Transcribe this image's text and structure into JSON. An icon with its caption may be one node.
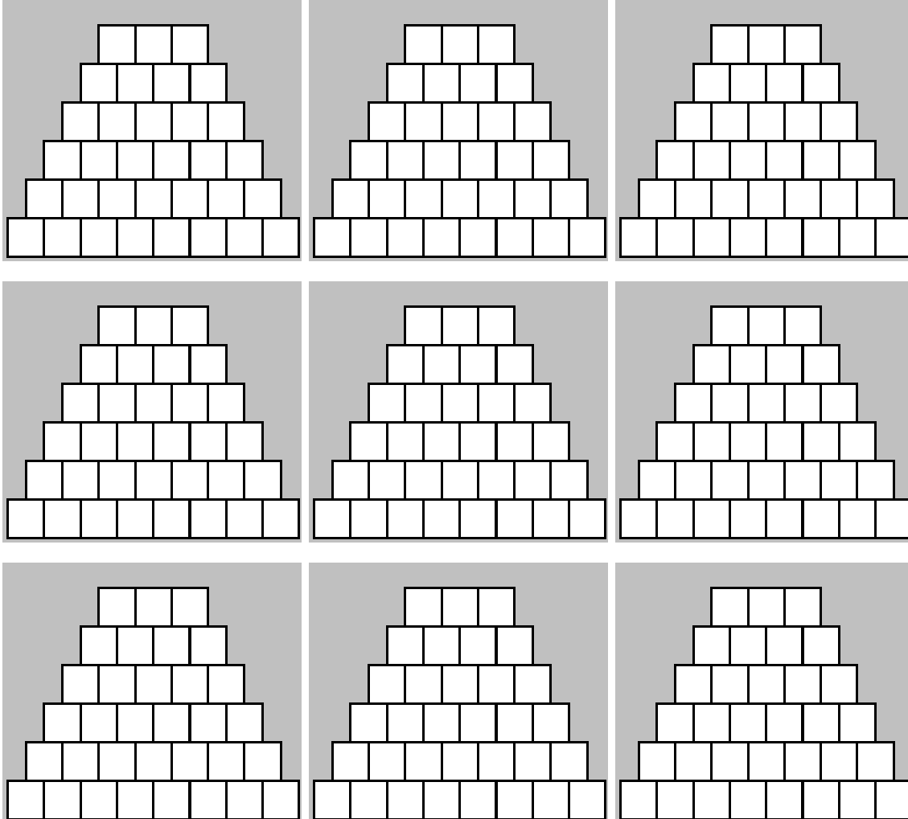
{
  "diagram": {
    "nodes": [
      {
        "text": [],
        "shape": "box"
      },
      {
        "text": [],
        "shape": "box",
        "in": 0
      },
      {
        "text": [],
        "shape": "box",
        "in": 0
      },
      {
        "text": [],
        "shape": "box",
        "in": 0
      },
      {
        "text": [],
        "shape": "box",
        "in": 0
      },
      {
        "text": [],
        "shape": "box",
        "in": 0
      },
      {
        "text": [],
        "shape": "box",
        "in": 0
      },
      {
        "text": [],
        "shape": "box",
        "in": 0
      },
      {
        "text": [],
        "shape": "box",
        "in": 0
      },
      {
        "text": [],
        "shape": "box",
        "in": 0
      },
      {
        "text": [],
        "shape": "box",
        "in": 0
      },
      {
        "text": [],
        "shape": "box",
        "in": 0
      },
      {
        "text": [],
        "shape": "box",
        "in": 0
      },
      {
        "text": [],
        "shape": "box",
        "in": 0
      },
      {
        "text": [],
        "shape": "box",
        "in": 0
      },
      {
        "text": [],
        "shape": "box",
        "in": 0
      },
      {
        "text": [],
        "shape": "box",
        "in": 0
      },
      {
        "text": [],
        "shape": "box",
        "in": 0
      },
      {
        "text": [],
        "shape": "box",
        "in": 0
      },
      {
        "text": [],
        "shape": "box",
        "in": 0
      },
      {
        "text": [],
        "shape": "box",
        "in": 0
      },
      {
        "text": [],
        "shape": "box",
        "in": 0
      },
      {
        "text": [],
        "shape": "box",
        "in": 0
      },
      {
        "text": [],
        "shape": "box",
        "in": 0
      },
      {
        "text": [],
        "shape": "box",
        "in": 0
      },
      {
        "text": [],
        "shape": "box",
        "in": 0
      },
      {
        "text": [],
        "shape": "box",
        "in": 0
      },
      {
        "text": [],
        "shape": "box",
        "in": 0
      },
      {
        "text": [],
        "shape": "box",
        "in": 0
      },
      {
        "text": [],
        "shape": "box",
        "in": 0
      },
      {
        "text": [],
        "shape": "box",
        "in": 0
      },
      {
        "text": [],
        "shape": "box",
        "in": 0
      },
      {
        "text": [],
        "shape": "box",
        "in": 0
      },
      {
        "text": [],
        "shape": "box",
        "in": 0
      },
      {
        "text": [],
        "shape": "box"
      },
      {
        "text": [],
        "shape": "box",
        "in": 34
      },
      {
        "text": [],
        "shape": "box",
        "in": 34
      },
      {
        "text": [],
        "shape": "box",
        "in": 34
      },
      {
        "text": [],
        "shape": "box",
        "in": 34
      },
      {
        "text": [],
        "shape": "box",
        "in": 34
      },
      {
        "text": [],
        "shape": "box",
        "in": 34
      },
      {
        "text": [],
        "shape": "box",
        "in": 34
      },
      {
        "text": [],
        "shape": "box",
        "in": 34
      },
      {
        "text": [],
        "shape": "box",
        "in": 34
      },
      {
        "text": [],
        "shape": "box",
        "in": 34
      },
      {
        "text": [],
        "shape": "box",
        "in": 34
      },
      {
        "text": [],
        "shape": "box",
        "in": 34
      },
      {
        "text": [],
        "shape": "box",
        "in": 34
      },
      {
        "text": [],
        "shape": "box",
        "in": 34
      },
      {
        "text": [],
        "shape": "box",
        "in": 34
      },
      {
        "text": [],
        "shape": "box",
        "in": 34
      },
      {
        "text": [],
        "shape": "box",
        "in": 34
      },
      {
        "text": [],
        "shape": "box",
        "in": 34
      },
      {
        "text": [],
        "shape": "box",
        "in": 34
      },
      {
        "text": [],
        "shape": "box",
        "in": 34
      },
      {
        "text": [],
        "shape": "box",
        "in": 34
      },
      {
        "text": [],
        "shape": "box",
        "in": 34
      },
      {
        "text": [],
        "shape": "box",
        "in": 34
      },
      {
        "text": [],
        "shape": "box",
        "in": 34
      },
      {
        "text": [],
        "shape": "box",
        "in": 34
      },
      {
        "text": [],
        "shape": "box",
        "in": 34
      },
      {
        "text": [],
        "shape": "box",
        "in": 34
      },
      {
        "text": [],
        "shape": "box",
        "in": 34
      },
      {
        "text": [],
        "shape": "box",
        "in": 34
      },
      {
        "text": [],
        "shape": "box",
        "in": 34
      },
      {
        "text": [],
        "shape": "box",
        "in": 34
      },
      {
        "text": [],
        "shape": "box",
        "in": 34
      },
      {
        "text": [],
        "shape": "box",
        "in": 34
      },
      {
        "text": [],
        "shape": "box"
      },
      {
        "text": [],
        "shape": "box",
        "in": 68
      },
      {
        "text": [],
        "shape": "box",
        "in": 68
      },
      {
        "text": [],
        "shape": "box",
        "in": 68
      },
      {
        "text": [],
        "shape": "box",
        "in": 68
      },
      {
        "text": [],
        "shape": "box",
        "in": 68
      },
      {
        "text": [],
        "shape": "box",
        "in": 68
      },
      {
        "text": [],
        "shape": "box",
        "in": 68
      },
      {
        "text": [],
        "shape": "box",
        "in": 68
      },
      {
        "text": [],
        "shape": "box",
        "in": 68
      },
      {
        "text": [],
        "shape": "box",
        "in": 68
      },
      {
        "text": [],
        "shape": "box",
        "in": 68
      },
      {
        "text": [],
        "shape": "box",
        "in": 68
      },
      {
        "text": [],
        "shape": "box",
        "in": 68
      },
      {
        "text": [],
        "shape": "box",
        "in": 68
      },
      {
        "text": [],
        "shape": "box",
        "in": 68
      },
      {
        "text": [],
        "shape": "box",
        "in": 68
      },
      {
        "text": [],
        "shape": "box",
        "in": 68
      },
      {
        "text": [],
        "shape": "box",
        "in": 68
      },
      {
        "text": [],
        "shape": "box",
        "in": 68
      },
      {
        "text": [],
        "shape": "box",
        "in": 68
      },
      {
        "text": [],
        "shape": "box",
        "in": 68
      },
      {
        "text": [],
        "shape": "box",
        "in": 68
      },
      {
        "text": [],
        "shape": "box",
        "in": 68
      },
      {
        "text": [],
        "shape": "box",
        "in": 68
      },
      {
        "text": [],
        "shape": "box",
        "in": 68
      },
      {
        "text": [],
        "shape": "box",
        "in": 68
      },
      {
        "text": [],
        "shape": "box",
        "in": 68
      },
      {
        "text": [],
        "shape": "box",
        "in": 68
      },
      {
        "text": [],
        "shape": "box",
        "in": 68
      },
      {
        "text": [],
        "shape": "box",
        "in": 68
      },
      {
        "text": [],
        "shape": "box",
        "in": 68
      },
      {
        "text": [],
        "shape": "box",
        "in": 68
      },
      {
        "text": [],
        "shape": "box",
        "in": 68
      },
      {
        "text": [],
        "shape": "box"
      },
      {
        "text": [],
        "shape": "box",
        "in": 102
      },
      {
        "text": [],
        "shape": "box",
        "in": 102
      },
      {
        "text": [],
        "shape": "box",
        "in": 102
      },
      {
        "text": [],
        "shape": "box",
        "in": 102
      },
      {
        "text": [],
        "shape": "box",
        "in": 102
      },
      {
        "text": [],
        "shape": "box",
        "in": 102
      },
      {
        "text": [],
        "shape": "box",
        "in": 102
      },
      {
        "text": [],
        "shape": "box",
        "in": 102
      },
      {
        "text": [],
        "shape": "box",
        "in": 102
      },
      {
        "text": [],
        "shape": "box",
        "in": 102
      },
      {
        "text": [],
        "shape": "box",
        "in": 102
      },
      {
        "text": [],
        "shape": "box",
        "in": 102
      },
      {
        "text": [],
        "shape": "box",
        "in": 102
      },
      {
        "text": [],
        "shape": "box",
        "in": 102
      },
      {
        "text": [],
        "shape": "box",
        "in": 102
      },
      {
        "text": [],
        "shape": "box",
        "in": 102
      },
      {
        "text": [],
        "shape": "box",
        "in": 102
      },
      {
        "text": [],
        "shape": "box",
        "in": 102
      },
      {
        "text": [],
        "shape": "box",
        "in": 102
      },
      {
        "text": [],
        "shape": "box",
        "in": 102
      },
      {
        "text": [],
        "shape": "box",
        "in": 102
      },
      {
        "text": [],
        "shape": "box",
        "in": 102
      },
      {
        "text": [],
        "shape": "box",
        "in": 102
      },
      {
        "text": [],
        "shape": "box",
        "in": 102
      },
      {
        "text": [],
        "shape": "box",
        "in": 102
      },
      {
        "text": [],
        "shape": "box",
        "in": 102
      },
      {
        "text": [],
        "shape": "box",
        "in": 102
      },
      {
        "text": [],
        "shape": "box",
        "in": 102
      },
      {
        "text": [],
        "shape": "box",
        "in": 102
      },
      {
        "text": [],
        "shape": "box",
        "in": 102
      },
      {
        "text": [],
        "shape": "box",
        "in": 102
      },
      {
        "text": [],
        "shape": "box",
        "in": 102
      },
      {
        "text": [],
        "shape": "box",
        "in": 102
      },
      {
        "text": [],
        "shape": "box"
      },
      {
        "text": [],
        "shape": "box",
        "in": 136
      },
      {
        "text": [],
        "shape": "box",
        "in": 136
      },
      {
        "text": [],
        "shape": "box",
        "in": 136
      },
      {
        "text": [],
        "shape": "box",
        "in": 136
      },
      {
        "text": [],
        "shape": "box",
        "in": 136
      },
      {
        "text": [],
        "shape": "box",
        "in": 136
      },
      {
        "text": [],
        "shape": "box",
        "in": 136
      },
      {
        "text": [],
        "shape": "box",
        "in": 136
      },
      {
        "text": [],
        "shape": "box",
        "in": 136
      },
      {
        "text": [],
        "shape": "box",
        "in": 136
      },
      {
        "text": [],
        "shape": "box",
        "in": 136
      },
      {
        "text": [],
        "shape": "box",
        "in": 136
      },
      {
        "text": [],
        "shape": "box",
        "in": 136
      },
      {
        "text": [],
        "shape": "box",
        "in": 136
      },
      {
        "text": [],
        "shape": "box",
        "in": 136
      },
      {
        "text": [],
        "shape": "box",
        "in": 136
      },
      {
        "text": [],
        "shape": "box",
        "in": 136
      },
      {
        "text": [],
        "shape": "box",
        "in": 136
      },
      {
        "text": [],
        "shape": "box",
        "in": 136
      },
      {
        "text": [],
        "shape": "box",
        "in": 136
      },
      {
        "text": [],
        "shape": "box",
        "in": 136
      },
      {
        "text": [],
        "shape": "box",
        "in": 136
      },
      {
        "text": [],
        "shape": "box",
        "in": 136
      },
      {
        "text": [],
        "shape": "box",
        "in": 136
      },
      {
        "text": [],
        "shape": "box",
        "in": 136
      },
      {
        "text": [],
        "shape": "box",
        "in": 136
      },
      {
        "text": [],
        "shape": "box",
        "in": 136
      },
      {
        "text": [],
        "shape": "box",
        "in": 136
      },
      {
        "text": [],
        "shape": "box",
        "in": 136
      },
      {
        "text": [],
        "shape": "box",
        "in": 136
      },
      {
        "text": [],
        "shape": "box",
        "in": 136
      },
      {
        "text": [],
        "shape": "box",
        "in": 136
      },
      {
        "text": [],
        "shape": "box",
        "in": 136
      },
      {
        "text": [],
        "shape": "box"
      },
      {
        "text": [],
        "shape": "box",
        "in": 170
      },
      {
        "text": [],
        "shape": "box",
        "in": 170
      },
      {
        "text": [],
        "shape": "box",
        "in": 170
      },
      {
        "text": [],
        "shape": "box",
        "in": 170
      },
      {
        "text": [],
        "shape": "box",
        "in": 170
      },
      {
        "text": [],
        "shape": "box",
        "in": 170
      },
      {
        "text": [],
        "shape": "box",
        "in": 170
      },
      {
        "text": [],
        "shape": "box",
        "in": 170
      },
      {
        "text": [],
        "shape": "box",
        "in": 170
      },
      {
        "text": [],
        "shape": "box",
        "in": 170
      },
      {
        "text": [],
        "shape": "box",
        "in": 170
      },
      {
        "text": [],
        "shape": "box",
        "in": 170
      },
      {
        "text": [],
        "shape": "box",
        "in": 170
      },
      {
        "text": [],
        "shape": "box",
        "in": 170
      },
      {
        "text": [],
        "shape": "box",
        "in": 170
      },
      {
        "text": [],
        "shape": "box",
        "in": 170
      },
      {
        "text": [],
        "shape": "box",
        "in": 170
      },
      {
        "text": [],
        "shape": "box",
        "in": 170
      },
      {
        "text": [],
        "shape": "box",
        "in": 170
      },
      {
        "text": [],
        "shape": "box",
        "in": 170
      },
      {
        "text": [],
        "shape": "box",
        "in": 170
      },
      {
        "text": [],
        "shape": "box",
        "in": 170
      },
      {
        "text": [],
        "shape": "box",
        "in": 170
      },
      {
        "text": [],
        "shape": "box",
        "in": 170
      },
      {
        "text": [],
        "shape": "box",
        "in": 170
      },
      {
        "text": [],
        "shape": "box",
        "in": 170
      },
      {
        "text": [],
        "shape": "box",
        "in": 170
      },
      {
        "text": [],
        "shape": "box",
        "in": 170
      },
      {
        "text": [],
        "shape": "box",
        "in": 170
      },
      {
        "text": [],
        "shape": "box",
        "in": 170
      },
      {
        "text": [],
        "shape": "box",
        "in": 170
      },
      {
        "text": [],
        "shape": "box",
        "in": 170
      },
      {
        "text": [],
        "shape": "box",
        "in": 170
      },
      {
        "text": [],
        "shape": "box"
      },
      {
        "text": [],
        "shape": "box",
        "in": 204
      },
      {
        "text": [],
        "shape": "box",
        "in": 204
      },
      {
        "text": [],
        "shape": "box",
        "in": 204
      },
      {
        "text": [],
        "shape": "box",
        "in": 204
      },
      {
        "text": [],
        "shape": "box",
        "in": 204
      },
      {
        "text": [],
        "shape": "box",
        "in": 204
      },
      {
        "text": [],
        "shape": "box",
        "in": 204
      },
      {
        "text": [],
        "shape": "box",
        "in": 204
      },
      {
        "text": [],
        "shape": "box",
        "in": 204
      },
      {
        "text": [],
        "shape": "box",
        "in": 204
      },
      {
        "text": [],
        "shape": "box",
        "in": 204
      },
      {
        "text": [],
        "shape": "box",
        "in": 204
      },
      {
        "text": [],
        "shape": "box",
        "in": 204
      },
      {
        "text": [],
        "shape": "box",
        "in": 204
      },
      {
        "text": [],
        "shape": "box",
        "in": 204
      },
      {
        "text": [],
        "shape": "box",
        "in": 204
      },
      {
        "text": [],
        "shape": "box",
        "in": 204
      },
      {
        "text": [],
        "shape": "box",
        "in": 204
      },
      {
        "text": [],
        "shape": "box",
        "in": 204
      },
      {
        "text": [],
        "shape": "box",
        "in": 204
      },
      {
        "text": [],
        "shape": "box",
        "in": 204
      },
      {
        "text": [],
        "shape": "box",
        "in": 204
      },
      {
        "text": [],
        "shape": "box",
        "in": 204
      },
      {
        "text": [],
        "shape": "box",
        "in": 204
      },
      {
        "text": [],
        "shape": "box",
        "in": 204
      },
      {
        "text": [],
        "shape": "box",
        "in": 204
      },
      {
        "text": [],
        "shape": "box",
        "in": 204
      },
      {
        "text": [],
        "shape": "box",
        "in": 204
      },
      {
        "text": [],
        "shape": "box",
        "in": 204
      },
      {
        "text": [],
        "shape": "box",
        "in": 204
      },
      {
        "text": [],
        "shape": "box",
        "in": 204
      },
      {
        "text": [],
        "shape": "box",
        "in": 204
      },
      {
        "text": [],
        "shape": "box",
        "in": 204
      },
      {
        "text": [],
        "shape": "box"
      },
      {
        "text": [],
        "shape": "box",
        "in": 238
      },
      {
        "text": [],
        "shape": "box",
        "in": 238
      },
      {
        "text": [],
        "shape": "box",
        "in": 238
      },
      {
        "text": [],
        "shape": "box",
        "in": 238
      },
      {
        "text": [],
        "shape": "box",
        "in": 238
      },
      {
        "text": [],
        "shape": "box",
        "in": 238
      },
      {
        "text": [],
        "shape": "box",
        "in": 238
      },
      {
        "text": [],
        "shape": "box",
        "in": 238
      },
      {
        "text": [],
        "shape": "box",
        "in": 238
      },
      {
        "text": [],
        "shape": "box",
        "in": 238
      },
      {
        "text": [],
        "shape": "box",
        "in": 238
      },
      {
        "text": [],
        "shape": "box",
        "in": 238
      },
      {
        "text": [],
        "shape": "box",
        "in": 238
      },
      {
        "text": [],
        "shape": "box",
        "in": 238
      },
      {
        "text": [],
        "shape": "box",
        "in": 238
      },
      {
        "text": [],
        "shape": "box",
        "in": 238
      },
      {
        "text": [],
        "shape": "box",
        "in": 238
      },
      {
        "text": [],
        "shape": "box",
        "in": 238
      },
      {
        "text": [],
        "shape": "box",
        "in": 238
      },
      {
        "text": [],
        "shape": "box",
        "in": 238
      },
      {
        "text": [],
        "shape": "box",
        "in": 238
      },
      {
        "text": [],
        "shape": "box",
        "in": 238
      },
      {
        "text": [],
        "shape": "box",
        "in": 238
      },
      {
        "text": [],
        "shape": "box",
        "in": 238
      },
      {
        "text": [],
        "shape": "box",
        "in": 238
      },
      {
        "text": [],
        "shape": "box",
        "in": 238
      },
      {
        "text": [],
        "shape": "box",
        "in": 238
      },
      {
        "text": [],
        "shape": "box",
        "in": 238
      },
      {
        "text": [],
        "shape": "box",
        "in": 238
      },
      {
        "text": [],
        "shape": "box",
        "in": 238
      },
      {
        "text": [],
        "shape": "box",
        "in": 238
      },
      {
        "text": [],
        "shape": "box",
        "in": 238
      },
      {
        "text": [],
        "shape": "box",
        "in": 238
      },
      {
        "text": [],
        "shape": "box"
      },
      {
        "text": [],
        "shape": "box",
        "in": 272
      },
      {
        "text": [],
        "shape": "box",
        "in": 272
      },
      {
        "text": [],
        "shape": "box",
        "in": 272
      },
      {
        "text": [],
        "shape": "box",
        "in": 272
      },
      {
        "text": [],
        "shape": "box",
        "in": 272
      },
      {
        "text": [],
        "shape": "box",
        "in": 272
      },
      {
        "text": [],
        "shape": "box",
        "in": 272
      },
      {
        "text": [],
        "shape": "box",
        "in": 272
      },
      {
        "text": [],
        "shape": "box",
        "in": 272
      },
      {
        "text": [],
        "shape": "box",
        "in": 272
      },
      {
        "text": [],
        "shape": "box",
        "in": 272
      },
      {
        "text": [],
        "shape": "box",
        "in": 272
      },
      {
        "text": [],
        "shape": "box",
        "in": 272
      },
      {
        "text": [],
        "shape": "box",
        "in": 272
      },
      {
        "text": [],
        "shape": "box",
        "in": 272
      },
      {
        "text": [],
        "shape": "box",
        "in": 272
      },
      {
        "text": [],
        "shape": "box",
        "in": 272
      },
      {
        "text": [],
        "shape": "box",
        "in": 272
      },
      {
        "text": [],
        "shape": "box",
        "in": 272
      },
      {
        "text": [],
        "shape": "box",
        "in": 272
      },
      {
        "text": [],
        "shape": "box",
        "in": 272
      },
      {
        "text": [],
        "shape": "box",
        "in": 272
      },
      {
        "text": [],
        "shape": "box",
        "in": 272
      },
      {
        "text": [],
        "shape": "box",
        "in": 272
      },
      {
        "text": [],
        "shape": "box",
        "in": 272
      },
      {
        "text": [],
        "shape": "box",
        "in": 272
      },
      {
        "text": [],
        "shape": "box",
        "in": 272
      },
      {
        "text": [],
        "shape": "box",
        "in": 272
      },
      {
        "text": [],
        "shape": "box",
        "in": 272
      },
      {
        "text": [],
        "shape": "box",
        "in": 272
      },
      {
        "text": [],
        "shape": "box",
        "in": 272
      },
      {
        "text": [],
        "shape": "box",
        "in": 272
      },
      {
        "text": [],
        "shape": "box",
        "in": 272
      }
    ]
  }
}
